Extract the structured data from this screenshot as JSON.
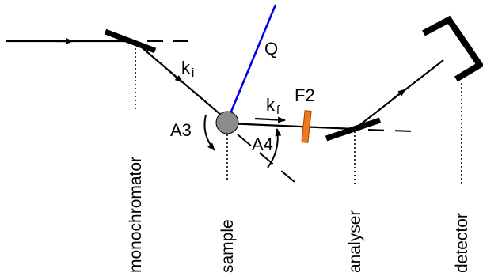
{
  "labels": {
    "q": "Q",
    "ki_main": "k",
    "ki_sub": "i",
    "kf_main": "k",
    "kf_sub": "f",
    "f2": "F2",
    "a3": "A3",
    "a4": "A4",
    "monochromator": "monochromator",
    "sample": "sample",
    "analyser": "analyser",
    "detector": "detector"
  },
  "colors": {
    "beam": "#000000",
    "q_vector": "#0000ee",
    "sample": "#8c8c8c",
    "filter": "#f07820",
    "filter_edge": "#a04800"
  }
}
